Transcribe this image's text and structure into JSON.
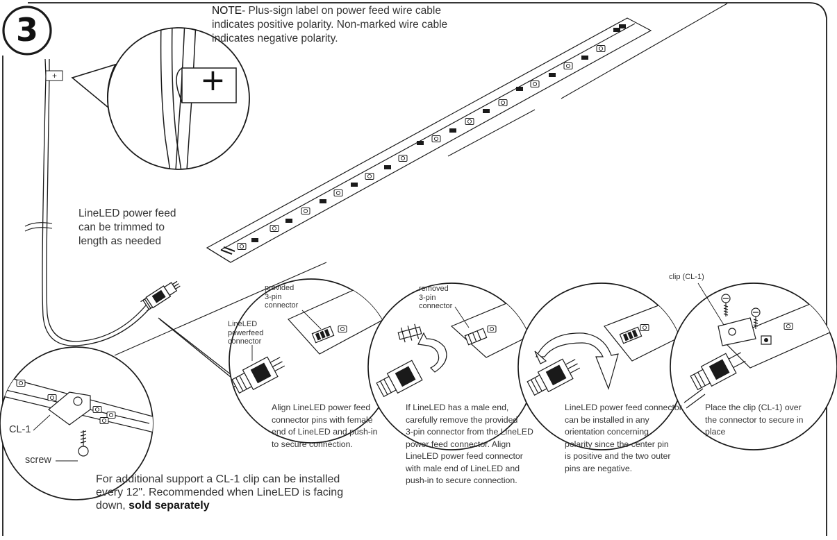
{
  "step": {
    "number": "3"
  },
  "note": {
    "prefix": "NOTE",
    "text": "- Plus-sign label on power feed wire cable\nindicates positive polarity. Non-marked wire cable\nindicates negative polarity."
  },
  "plus_label": {
    "small": "+",
    "large": "+"
  },
  "trim_note": "LineLED power feed\ncan be trimmed to\nlength as needed",
  "clip_detail": {
    "clip_label": "CL-1",
    "screw_label": "screw",
    "support_text": "For additional support a CL-1 clip can be installed\nevery 12\". Recommended when LineLED is facing\ndown, ",
    "support_bold": "sold separately"
  },
  "panels": [
    {
      "callouts": [
        "provided\n3-pin\nconnector",
        "LineLED\npowerfeed\nconnector"
      ],
      "caption": "Align LineLED power feed\nconnector pins with female\nend of LineLED and push-in\nto secure connection."
    },
    {
      "callouts": [
        "removed\n3-pin\nconnector"
      ],
      "caption": "If LineLED has a male end,\ncarefully remove the provided\n3-pin connector from the LineLED\npower feed connector. Align\nLineLED power feed connector\nwith male end of LineLED and\npush-in to secure connection."
    },
    {
      "callouts": [],
      "caption": "LineLED power feed connector\ncan be installed in any\norientation concerning\npolarity since the center pin\nis positive and the two outer\npins are negative."
    },
    {
      "callouts": [
        "clip (CL-1)"
      ],
      "caption": "Place the clip (CL-1) over\nthe connector to secure in\nplace"
    }
  ],
  "colors": {
    "line": "#1a1a1a",
    "text": "#333333",
    "background": "#ffffff"
  }
}
